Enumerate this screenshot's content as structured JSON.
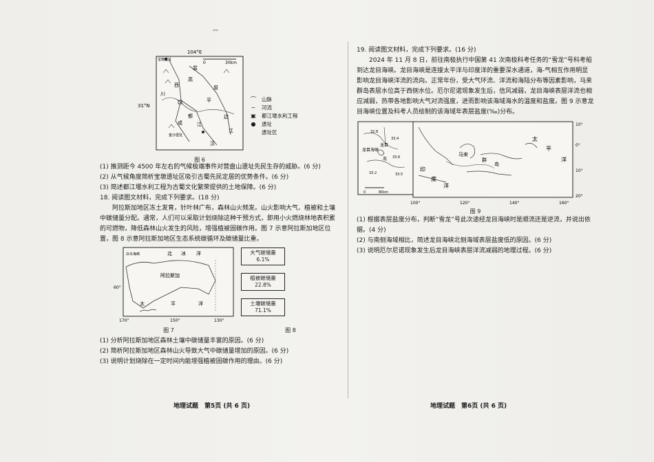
{
  "scan_mark": "ー",
  "left_page": {
    "fig6": {
      "lon_label": "104°E",
      "lat_label": "31°N",
      "scale_0": "0",
      "scale_30": "30km",
      "place_names": [
        "宝墩遗址",
        "盆",
        "高",
        "原",
        "西",
        "川",
        "平",
        "成",
        "都",
        "江",
        "边",
        "江",
        "金沙遗址",
        "汉"
      ],
      "legend": [
        {
          "sym": "⌒",
          "label": "山脉"
        },
        {
          "sym": "~",
          "label": "河流"
        },
        {
          "sym": "▣",
          "label": "都江堰水利工程"
        },
        {
          "sym": "●",
          "label": "遗址"
        },
        {
          "sym": "",
          "label": "遗址区"
        }
      ],
      "caption": "图 6"
    },
    "q17_items": [
      "(1) 推测距今 4500 年左右的气候极端事件对营盘山遗址先民生存的威胁。(6 分)",
      "(2) 从气候角度简析宝墩遗址区吸引古蜀先民定居的优势条件。(6 分)",
      "(3) 简述都江堰水利工程为古蜀文化繁荣提供的土地保障。(6 分)"
    ],
    "q18_head": "18. 阅读图文材料，完成下列要求。(18 分)",
    "q18_para": "阿拉斯加地区冻土发育，针叶林广布，森林山火频发。山火影响大气、植被和土壤中碳储量分配。通常，人们可以采取计划烧除这种干预方式，即用小火燃烧林地表积累的可燃物，降低森林山火发生的风险，增强植被固碳作用。图 7 示意阿拉斯加地区位置，图 8 示意阿拉斯加地区生态系统碳循环及碳储量比重。",
    "fig7": {
      "labels": [
        "北",
        "冰",
        "洋",
        "阿拉斯加",
        "白令海峡",
        "太",
        "平",
        "洋"
      ],
      "lat60": "60°",
      "lon_ticks": [
        "170°",
        "150°",
        "130°"
      ],
      "caption": "图 7"
    },
    "fig8": {
      "boxes": [
        {
          "label": "大气碳储量",
          "value": "6.1%"
        },
        {
          "label": "植被碳储量",
          "value": "22.8%"
        },
        {
          "label": "土壤碳储量",
          "value": "71.1%"
        }
      ],
      "caption": "图 8"
    },
    "q18_items": [
      "(1) 分析阿拉斯加地区森林土壤中碳储量丰富的原因。(6 分)",
      "(2) 简析阿拉斯加地区森林山火导致大气中碳储量增加的原因。(6 分)",
      "(3) 说明计划烧除在一定时间内能增强植被固碳作用的理由。(6 分)"
    ],
    "footer": "地理试题　第5页 (共 6 页)"
  },
  "right_page": {
    "q19_head": "19. 阅读图文材料，完成下列要求。(16 分)",
    "q19_para": "2024 年 11 月 8 日，前往南极执行中国第 41 次南极科考任务的“雪龙”号科考船到达龙目海峡。龙目海峡是连接太平洋与印度洋的重要深水通道，海-气相互作用明显影响龙目海峡洋流的流向。正常年份，受大气环流、洋流和海陆分布等因素影响，马来群岛表层水位高于西侧水位。厄尔尼诺现象发生后，信风减弱，龙目海峡表层洋流也相应减弱，热带各地影响大气对流强度，进而影响该海域海水的温度和盐度。图 9 示意龙目海峡位置及科考人员绘制的该海域年表层盐度(‰)分布。",
    "fig9": {
      "lat_ticks": [
        "10°",
        "0°",
        "10°",
        "20°"
      ],
      "lon_ticks": [
        "100°",
        "120°",
        "140°",
        "160°"
      ],
      "labels": [
        "太",
        "平",
        "洋",
        "印",
        "度",
        "洋",
        "马来",
        "群",
        "岛",
        "龙目海峡",
        "龙目",
        "岛"
      ],
      "inset_values": [
        "32.8",
        "33.4",
        "33.6",
        "33.2",
        "33.5"
      ],
      "scale_0": "0",
      "scale_80": "80km",
      "caption": "图 9"
    },
    "q19_items": [
      "(1) 根据表层盐度分布，判断“雪龙”号此次途经龙目海峡时是顺流还是逆流，并说出依据。(4 分)",
      "(2) 与南侧海域相比，简述龙目海峡北侧海域表层盐度低的原因。(6 分)",
      "(3) 说明厄尔尼诺现象发生后龙目海峡表层洋流减弱的地理过程。(6 分)"
    ],
    "footer": "地理试题　第6页 (共 6 页)"
  }
}
